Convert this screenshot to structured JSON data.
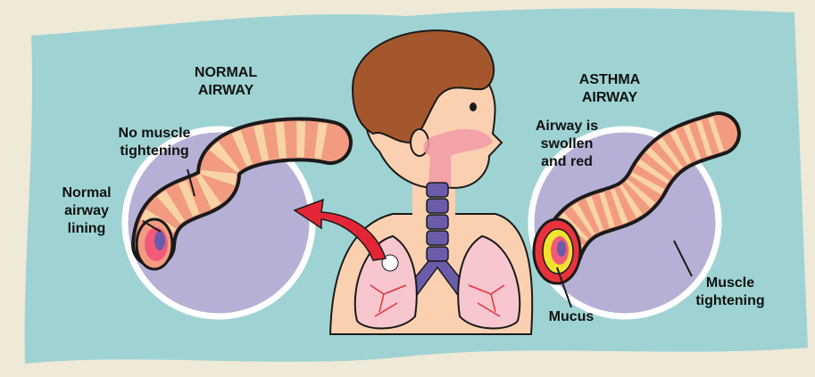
{
  "labels": {
    "normal_title": "NORMAL\nAIRWAY",
    "no_muscle_tightening": "No muscle\ntightening",
    "normal_lining": "Normal\nairway\nlining",
    "asthma_title": "ASTHMA\nAIRWAY",
    "swollen": "Airway is\nswollen\nand red",
    "muscle_tightening": "Muscle\ntightening",
    "mucus": "Mucus"
  },
  "colors": {
    "background": "#efe9d8",
    "panel": "#9fd3d3",
    "circle_fill": "#b7b0d6",
    "airway": "#f29b80",
    "airway_band": "#f8d3a6",
    "outline": "#1a1a1a",
    "arrow": "#e32636",
    "trachea": "#6b5cab",
    "lungs": "#f7c6cf",
    "skin": "#fbd0b1",
    "hair": "#a4572c",
    "mucus": "#f2e22e",
    "inflamed": "#e8323c"
  }
}
